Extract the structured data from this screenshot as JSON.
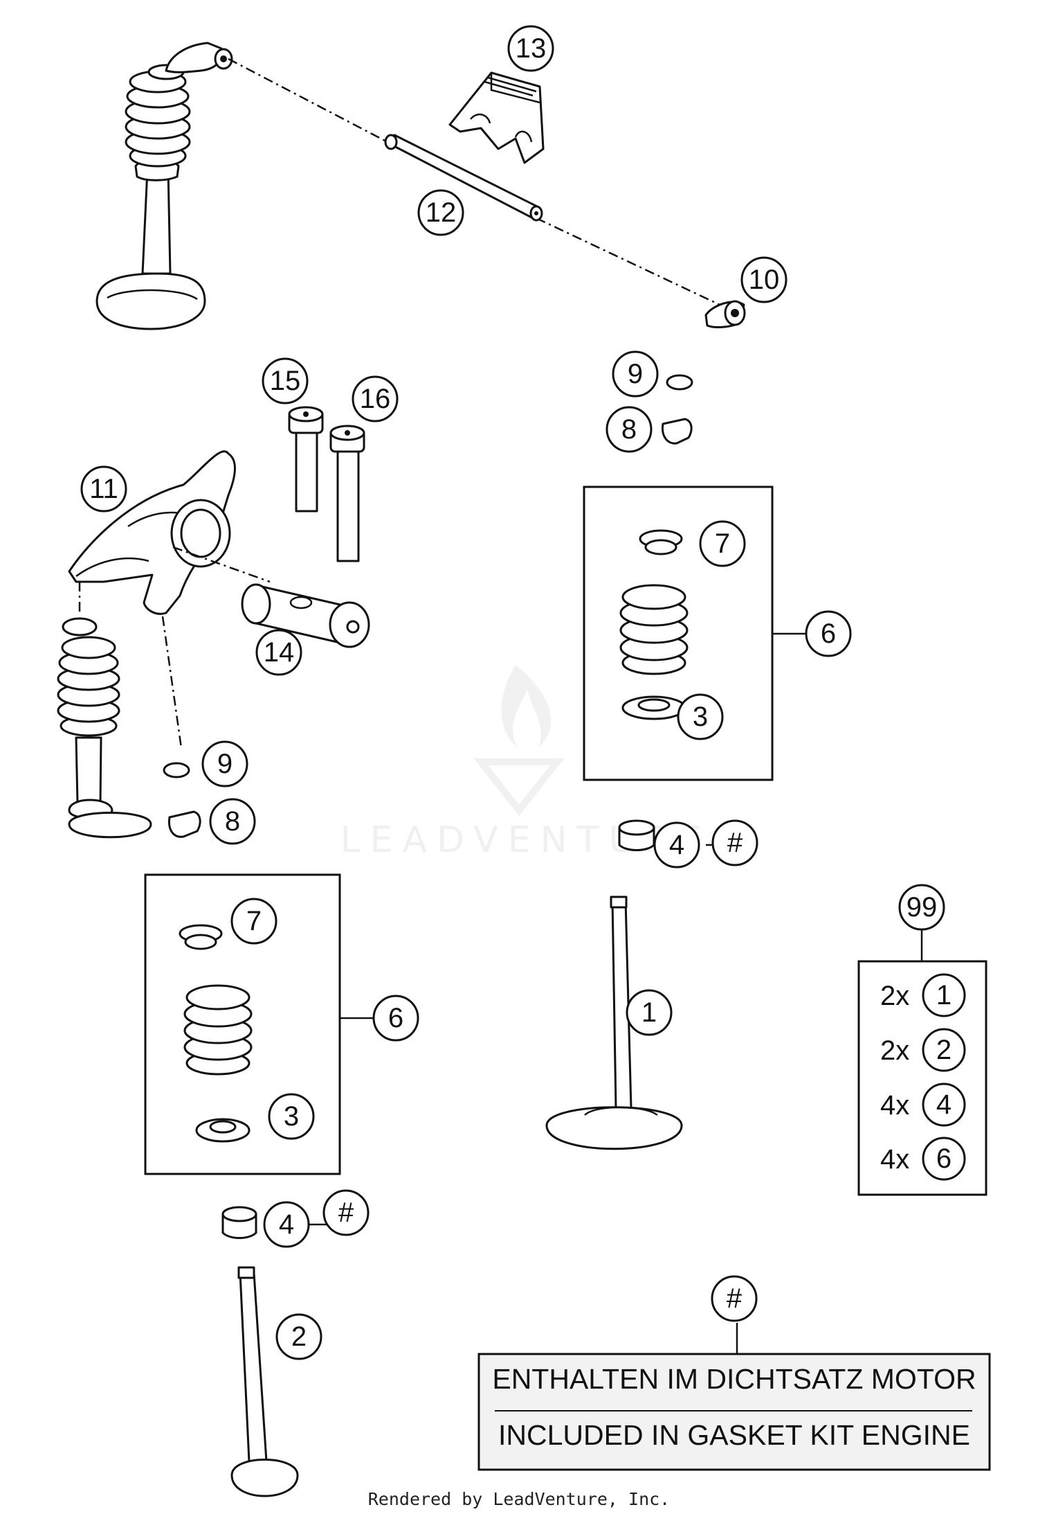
{
  "callouts": {
    "c1": "1",
    "c2": "2",
    "c3a": "3",
    "c3b": "3",
    "c4a": "4",
    "c4b": "4",
    "c6a": "6",
    "c6b": "6",
    "c7a": "7",
    "c7b": "7",
    "c8a": "8",
    "c8b": "8",
    "c9a": "9",
    "c9b": "9",
    "c10": "10",
    "c11": "11",
    "c12": "12",
    "c13": "13",
    "c14": "14",
    "c15": "15",
    "c16": "16",
    "c99": "99",
    "hashA": "#",
    "hashB": "#",
    "hashNote": "#"
  },
  "kit": {
    "rows": [
      {
        "qty": "2x",
        "part": "1"
      },
      {
        "qty": "2x",
        "part": "2"
      },
      {
        "qty": "4x",
        "part": "4"
      },
      {
        "qty": "4x",
        "part": "6"
      }
    ]
  },
  "note": {
    "line1": "ENTHALTEN IM DICHTSATZ MOTOR",
    "line2": "INCLUDED IN GASKET KIT ENGINE"
  },
  "watermark": "LEADVENTURE",
  "footer": "Rendered by LeadVenture, Inc."
}
